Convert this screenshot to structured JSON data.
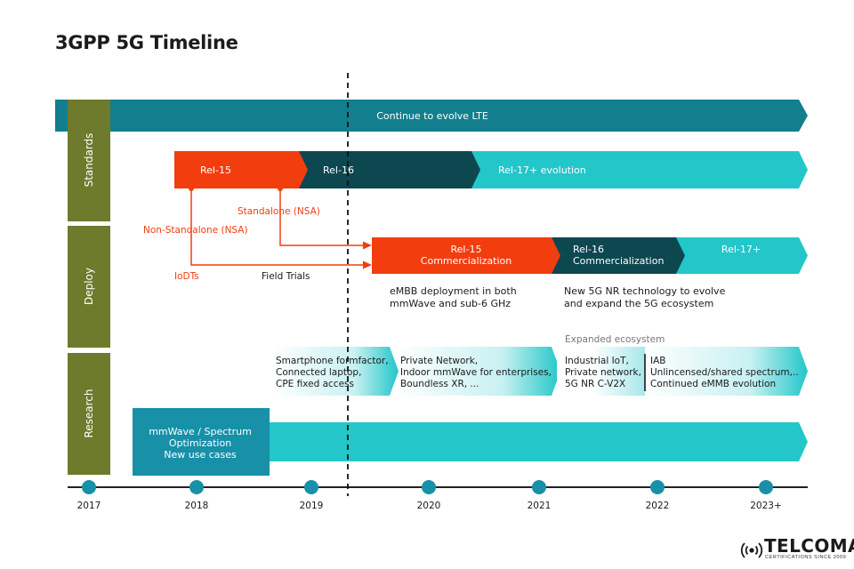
{
  "title": "3GPP 5G Timeline",
  "colors": {
    "olive": "#6e7a2c",
    "teal": "#137e8e",
    "dark_teal": "#0d4750",
    "cyan": "#23c6c9",
    "orange": "#f23d0e",
    "node": "#1790a8",
    "axis": "#222222"
  },
  "rows": {
    "standards": "Standards",
    "deploy": "Deploy",
    "research": "Research"
  },
  "standards": {
    "lte": "Continue to evolve LTE",
    "rel15": "Rel-15",
    "rel16": "Rel-16",
    "rel17": "Rel-17+ evolution"
  },
  "annotations": {
    "standalone": "Standalone (NSA)",
    "non_standalone": "Non-Standalone (NSA)",
    "iodts": "IoDTs",
    "field_trials": "Field Trials"
  },
  "deploy": {
    "rel15": [
      "Rel-15",
      "Commercialization"
    ],
    "rel16": [
      "Rel-16",
      "Commercialization"
    ],
    "rel17": "Rel-17+",
    "note1": [
      "eMBB deployment in both",
      "mmWave and sub-6 GHz"
    ],
    "note2": [
      "New 5G NR technology to evolve",
      "and expand the 5G ecosystem"
    ]
  },
  "research": {
    "expanded": "Expanded ecosystem",
    "mmwave": [
      "mmWave / Spectrum",
      "Optimization",
      "New use cases"
    ],
    "box1": [
      "Smartphone formfactor,",
      "Connected laptop,",
      "CPE fixed access"
    ],
    "box2": [
      "Private Network,",
      "Indoor mmWave for enterprises,",
      "Boundless XR, ..."
    ],
    "box3": [
      "Industrial IoT,",
      "Private network,",
      "5G NR C-V2X"
    ],
    "box4": [
      "IAB",
      "Unlincensed/shared spectrum,..",
      "Continued eMMB evolution"
    ]
  },
  "years": [
    "2017",
    "2018",
    "2019",
    "2020",
    "2021",
    "2022",
    "2023+"
  ],
  "logo": {
    "name": "TELCOMA",
    "tagline": "CERTIFICATIONS SINCE 2009",
    "icon": "signal-antenna-icon"
  }
}
